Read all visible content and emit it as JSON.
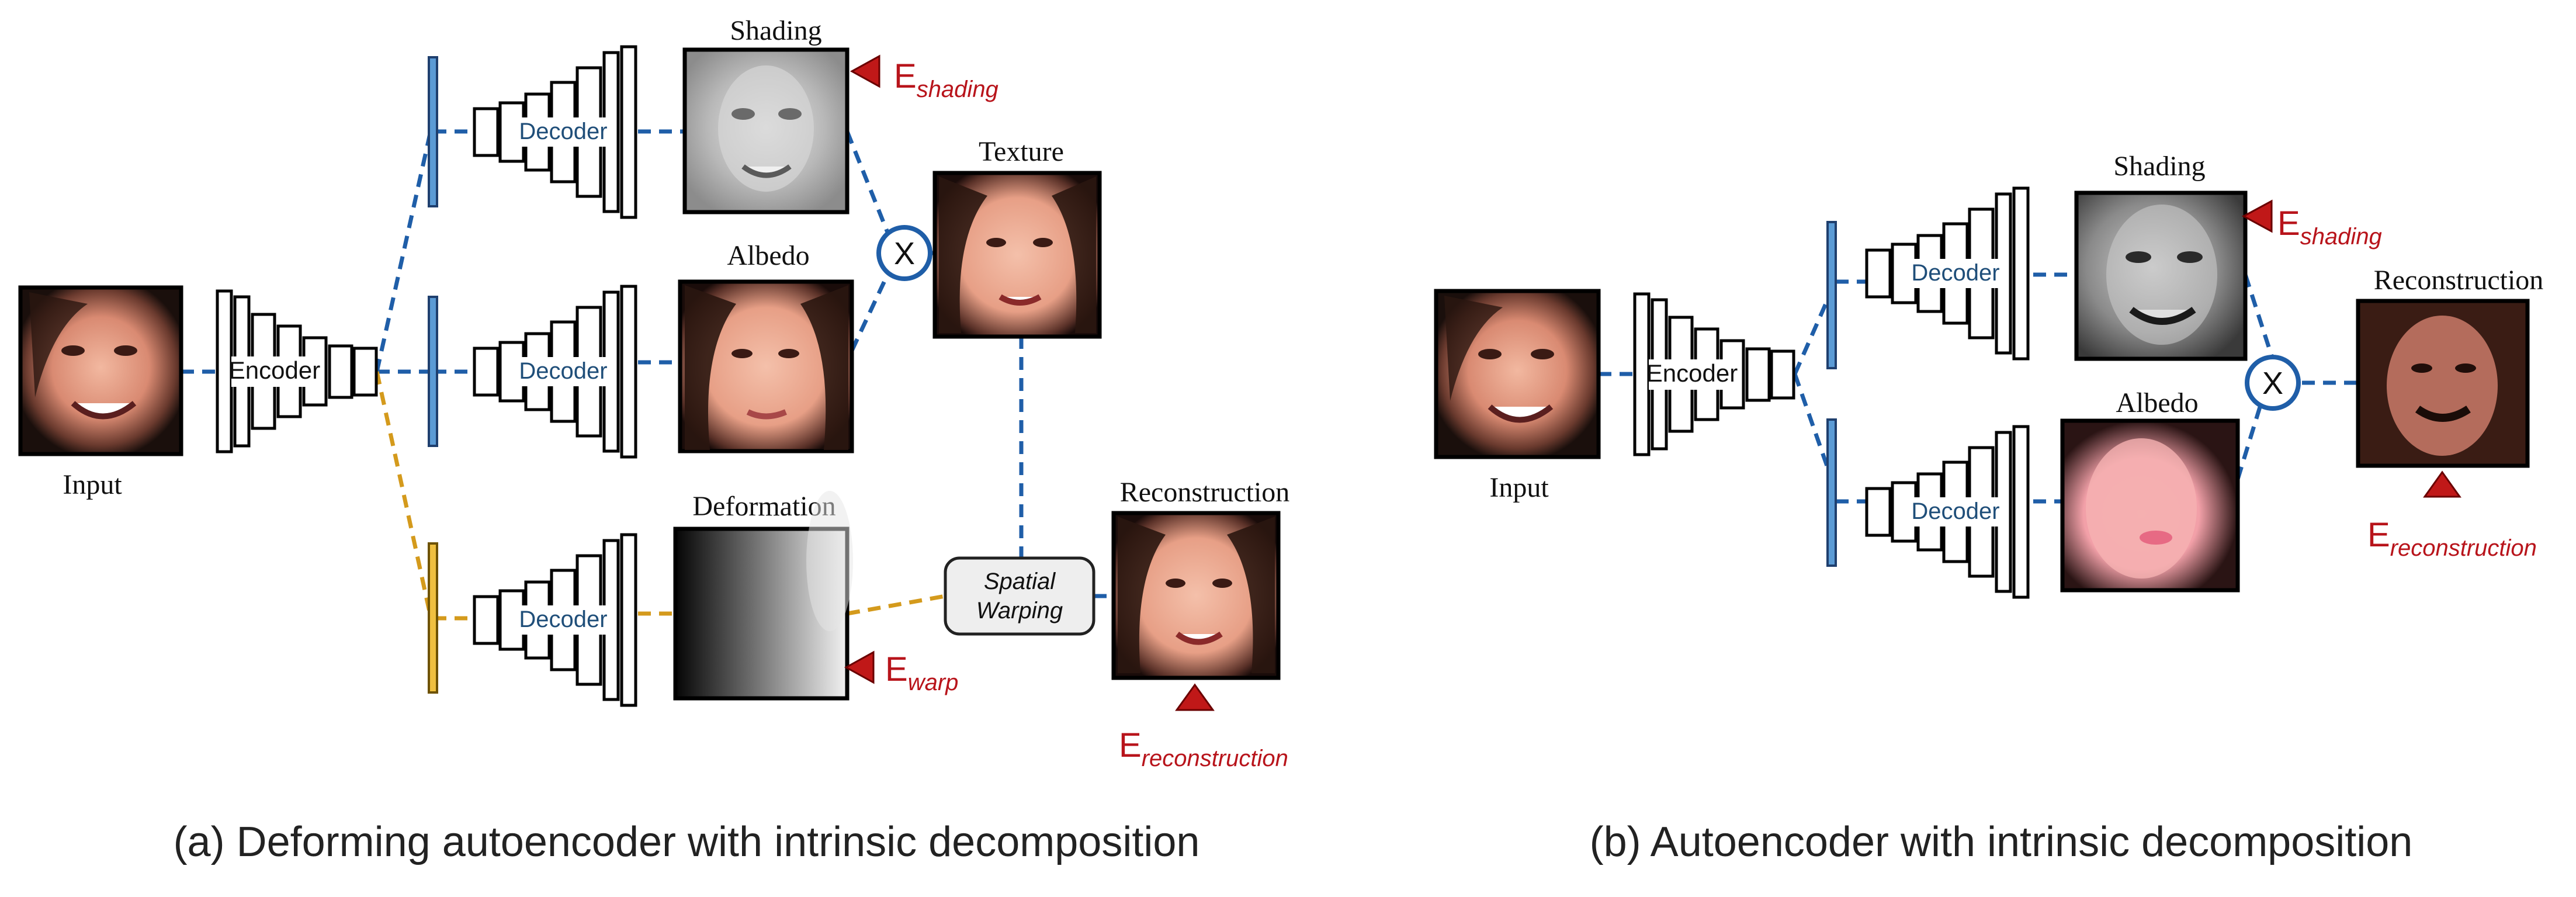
{
  "panel_a": {
    "caption": "(a) Deforming autoencoder with intrinsic decomposition",
    "input_label": "Input",
    "encoder_label": "Encoder",
    "decoder_labels": [
      "Decoder",
      "Decoder",
      "Decoder"
    ],
    "shading_label": "Shading",
    "albedo_label": "Albedo",
    "texture_label": "Texture",
    "deformation_label": "Deformation",
    "reconstruction_label": "Reconstruction",
    "multiply_symbol": "X",
    "warping_label_line1": "Spatial",
    "warping_label_line2": "Warping",
    "error_shading": {
      "base": "E",
      "sub": "shading"
    },
    "error_warp": {
      "base": "E",
      "sub": "warp"
    },
    "error_reconstruction": {
      "base": "E",
      "sub": "reconstruction"
    }
  },
  "panel_b": {
    "caption": "(b) Autoencoder with intrinsic decomposition",
    "input_label": "Input",
    "encoder_label": "Encoder",
    "decoder_labels": [
      "Decoder",
      "Decoder"
    ],
    "shading_label": "Shading",
    "albedo_label": "Albedo",
    "reconstruction_label": "Reconstruction",
    "multiply_symbol": "X",
    "error_shading": {
      "base": "E",
      "sub": "shading"
    },
    "error_reconstruction": {
      "base": "E",
      "sub": "reconstruction"
    }
  },
  "colors": {
    "latent_blue": "#5b9bd5",
    "latent_gold": "#f0c040",
    "dash_blue": "#1f5ea8",
    "dash_gold": "#d49a1c",
    "error_red": "#b8141b",
    "decoder_text": "#1f4e79"
  }
}
